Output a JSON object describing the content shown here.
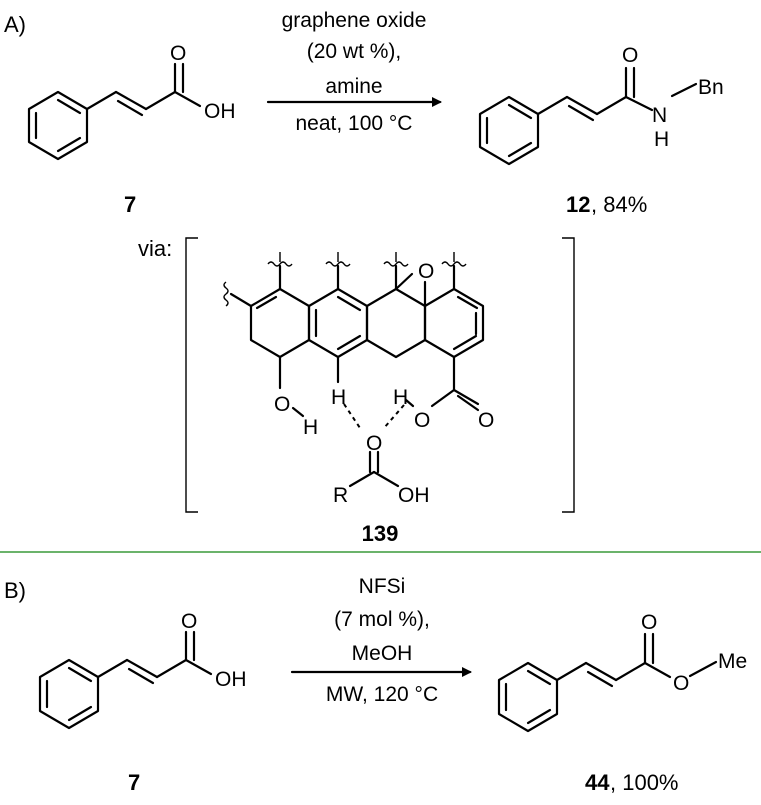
{
  "schemeA": {
    "panel_label": "A)",
    "conditions": [
      "graphene oxide",
      "(20 wt %),",
      "amine",
      "neat, 100 °C"
    ],
    "reactant": {
      "number": "7",
      "atoms": {
        "O": "O",
        "OH": "OH"
      }
    },
    "product": {
      "number": "12",
      "yield": ", 84%",
      "atoms": {
        "O": "O",
        "N": "N",
        "H": "H",
        "Bn": "Bn"
      }
    },
    "via_label": "via:",
    "intermediate": {
      "number": "139",
      "atoms": {
        "epoxide_O": "O",
        "OH_O": "O",
        "OH_H": "H",
        "ring_H": "H",
        "acid_H": "H",
        "acid_O": "O",
        "acid_O2": "O",
        "bound_O": "O",
        "bound_O2": "O",
        "R": "R",
        "bound_OH": "OH"
      }
    }
  },
  "schemeB": {
    "panel_label": "B)",
    "conditions": [
      "NFSi",
      "(7 mol %),",
      "MeOH",
      "MW, 120 °C"
    ],
    "reactant": {
      "number": "7",
      "atoms": {
        "O": "O",
        "OH": "OH"
      }
    },
    "product": {
      "number": "44",
      "yield": ", 100%",
      "atoms": {
        "O": "O",
        "O2": "O",
        "Me": "Me"
      }
    }
  },
  "colors": {
    "divider": "#3a9a3a",
    "ink": "#000000"
  }
}
